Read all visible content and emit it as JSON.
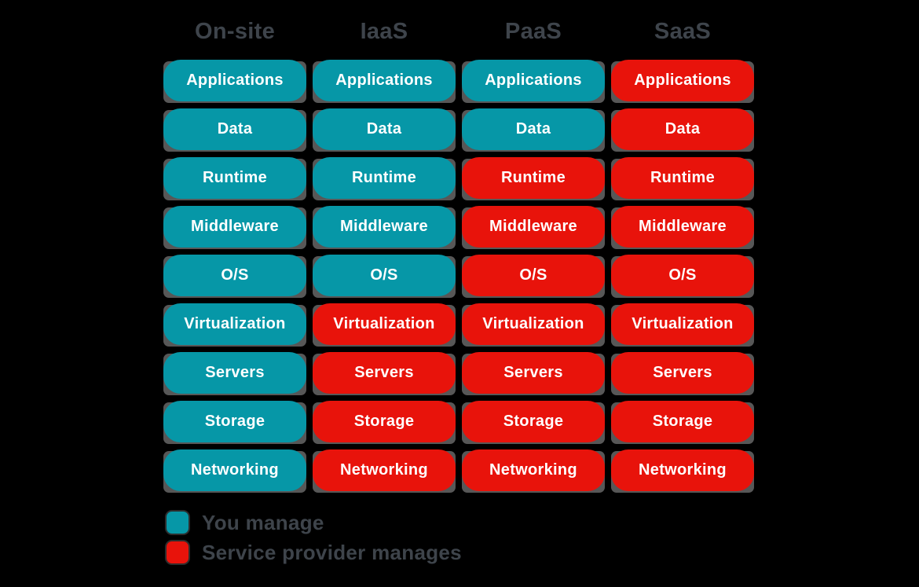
{
  "diagram": {
    "rows": [
      "Applications",
      "Data",
      "Runtime",
      "Middleware",
      "O/S",
      "Virtualization",
      "Servers",
      "Storage",
      "Networking"
    ],
    "columns": [
      {
        "id": "on-site",
        "label": "On-site",
        "ownership": [
          "you",
          "you",
          "you",
          "you",
          "you",
          "you",
          "you",
          "you",
          "you"
        ]
      },
      {
        "id": "iaas",
        "label": "IaaS",
        "ownership": [
          "you",
          "you",
          "you",
          "you",
          "you",
          "provider",
          "provider",
          "provider",
          "provider"
        ]
      },
      {
        "id": "paas",
        "label": "PaaS",
        "ownership": [
          "you",
          "you",
          "provider",
          "provider",
          "provider",
          "provider",
          "provider",
          "provider",
          "provider"
        ]
      },
      {
        "id": "saas",
        "label": "SaaS",
        "ownership": [
          "provider",
          "provider",
          "provider",
          "provider",
          "provider",
          "provider",
          "provider",
          "provider",
          "provider"
        ]
      }
    ]
  },
  "legend": {
    "items": [
      {
        "key": "you",
        "label": "You manage",
        "color": "#0697A7"
      },
      {
        "key": "provider",
        "label": "Service provider manages",
        "color": "#E8130B"
      }
    ]
  },
  "colors": {
    "you": "#0697A7",
    "provider": "#E8130B",
    "background": "#000000",
    "heading_text": "#3E444B",
    "box_text": "#FFFFFF",
    "box_backdrop": "#575757"
  }
}
